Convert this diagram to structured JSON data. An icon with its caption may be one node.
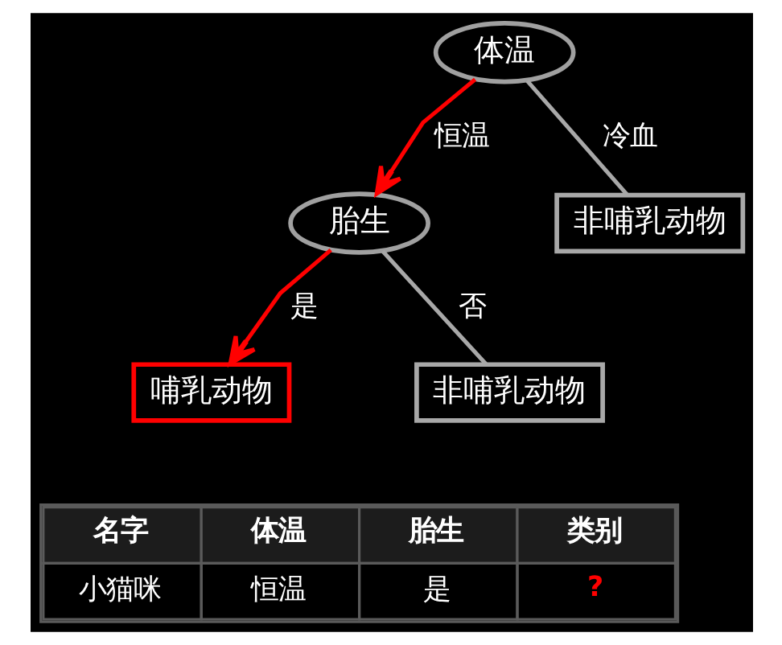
{
  "diagram": {
    "nodes": [
      {
        "text": [
          "体温"
        ]
      },
      {
        "text": [
          "胎生"
        ]
      },
      {
        "text": [
          "非哺乳动物"
        ]
      },
      {
        "text": [
          "哺乳动物"
        ]
      },
      {
        "text": [
          "非哺乳动物"
        ]
      }
    ],
    "edges": [
      {
        "from": 0,
        "to": 1,
        "arrow": "to",
        "label": "恒温",
        "color": "#ff0000"
      },
      {
        "from": 0,
        "to": 2,
        "arrow": "none",
        "label": "冷血",
        "color": "#a8a8a8"
      },
      {
        "from": 1,
        "to": 3,
        "arrow": "to",
        "label": "是",
        "color": "#ff0000"
      },
      {
        "from": 1,
        "to": 4,
        "arrow": "none",
        "label": "否",
        "color": "#a8a8a8"
      }
    ],
    "labels": [
      "名字",
      "体温",
      "胎生",
      "类别",
      "小猫咪",
      "恒温",
      "是",
      "?"
    ]
  }
}
